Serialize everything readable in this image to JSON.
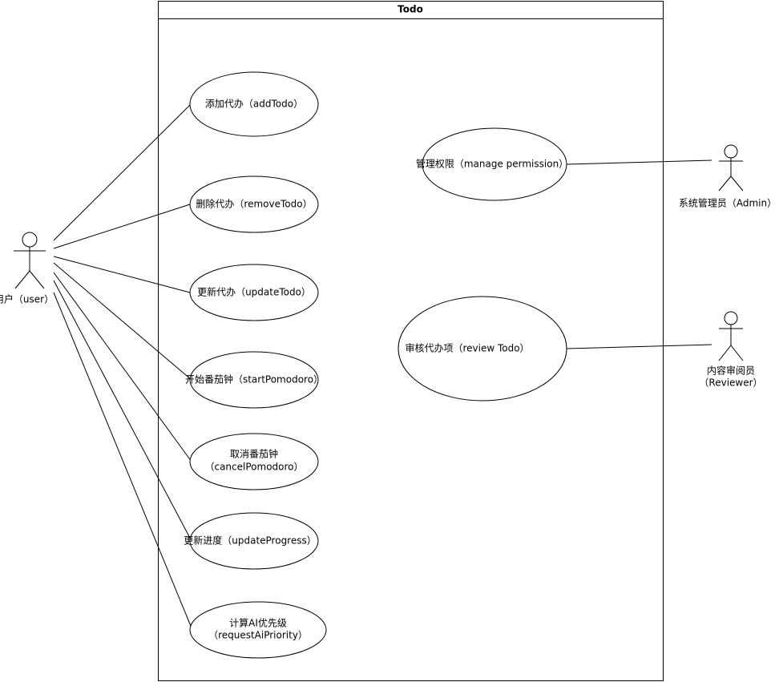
{
  "system": {
    "title": "Todo"
  },
  "actors": {
    "user": "用户（user）",
    "admin": "系统管理员（Admin）",
    "reviewer_line1": "内容审阅员",
    "reviewer_line2": "（Reviewer）"
  },
  "use_cases": {
    "add": "添加代办（addTodo）",
    "remove": "删除代办（removeTodo）",
    "update": "更新代办（updateTodo）",
    "start_pomodoro": "开始番茄钟（startPomodoro）",
    "cancel_pomodoro_line1": "取消番茄钟",
    "cancel_pomodoro_line2": "（cancelPomodoro）",
    "update_progress": "更新进度（updateProgress）",
    "ai_priority_line1": "计算AI优先级",
    "ai_priority_line2": "（requestAiPriority）",
    "manage_permission": "管理权限（manage permission）",
    "review": "审核代办项（review Todo）"
  }
}
